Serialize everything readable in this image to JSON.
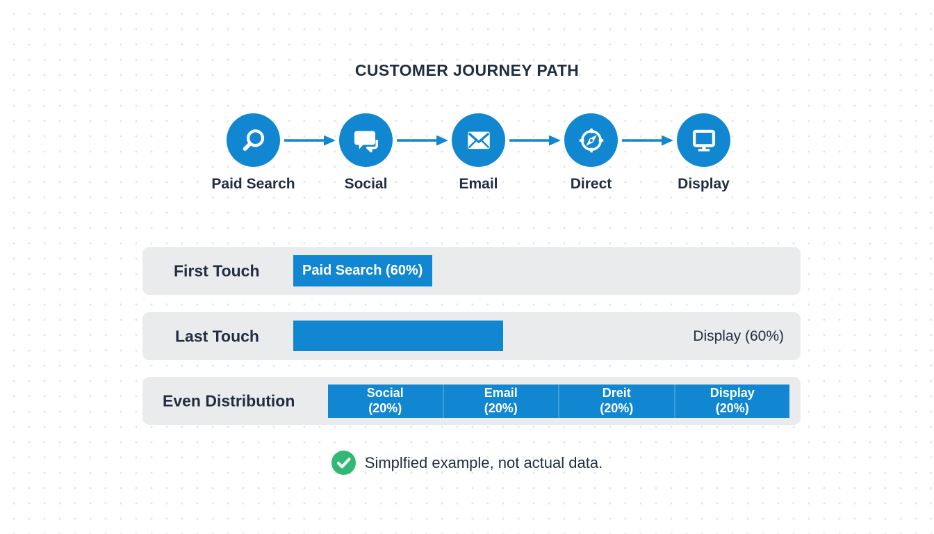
{
  "title": "CUSTOMER JOURNEY PATH",
  "journey": {
    "steps": [
      {
        "label": "Paid Search",
        "icon": "search-icon"
      },
      {
        "label": "Social",
        "icon": "speech-bubbles-icon"
      },
      {
        "label": "Email",
        "icon": "envelope-icon"
      },
      {
        "label": "Direct",
        "icon": "compass-icon"
      },
      {
        "label": "Display",
        "icon": "monitor-icon"
      }
    ]
  },
  "attribution": {
    "first_touch": {
      "label": "First Touch",
      "bar_label": "Paid Search (60%)"
    },
    "last_touch": {
      "label": "Last Touch",
      "value_label": "Display (60%)"
    },
    "even_distribution": {
      "label": "Even Distribution",
      "segments": [
        {
          "name": "Social",
          "pct": "(20%)"
        },
        {
          "name": "Email",
          "pct": "(20%)"
        },
        {
          "name": "Dreit",
          "pct": "(20%)"
        },
        {
          "name": "Display",
          "pct": "(20%)"
        }
      ]
    }
  },
  "footer": {
    "note": "Simplfied example, not actual data.",
    "icon": "check-circle-icon"
  },
  "colors": {
    "accent_blue": "#1287d1",
    "segment_divider_blue": "#3b9edb",
    "row_gray": "#eaebec",
    "text_navy": "#212e41",
    "check_green": "#31b877",
    "dot_grid": "#e4e7ea"
  }
}
